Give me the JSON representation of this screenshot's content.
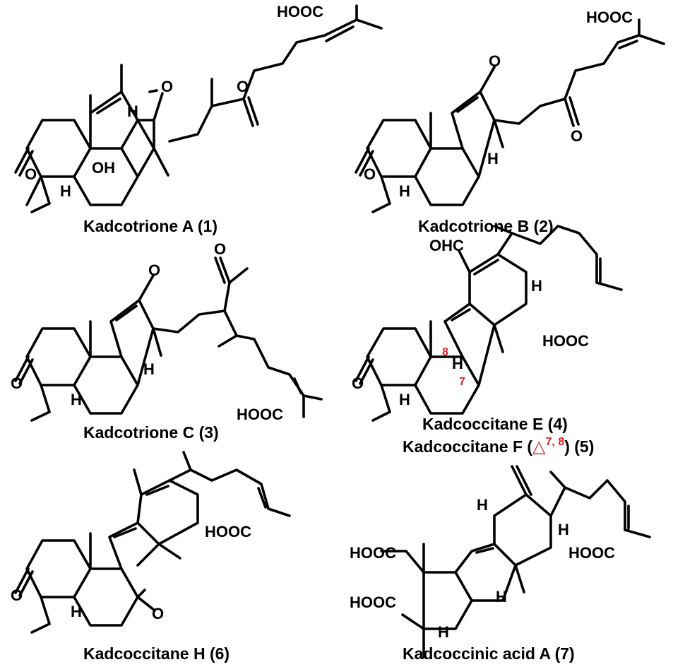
{
  "labels": {
    "cooh": "HOOC",
    "oh": "OH",
    "h": "H",
    "o": "O",
    "cho": "OHC"
  },
  "compounds": [
    {
      "id": "c1",
      "caption": "Kadcotrione A (1)"
    },
    {
      "id": "c2",
      "caption": "Kadcotrione B (2)"
    },
    {
      "id": "c3",
      "caption": "Kadcotrione C (3)"
    },
    {
      "id": "c4",
      "caption": "Kadcoccitane E (4)"
    },
    {
      "id": "c5",
      "caption_prefix": "Kadcoccitane F (",
      "caption_delta": "△",
      "caption_sup": "7, 8",
      "caption_suffix": ") (5)"
    },
    {
      "id": "c6",
      "caption": "Kadcoccitane H (6)"
    },
    {
      "id": "c7",
      "caption": "Kadcoccinic acid A (7)"
    }
  ],
  "numbering": {
    "c8": "8",
    "c7": "7"
  },
  "colors": {
    "ink": "#000000",
    "highlight": "#e01f1f",
    "background": "#ffffff"
  }
}
